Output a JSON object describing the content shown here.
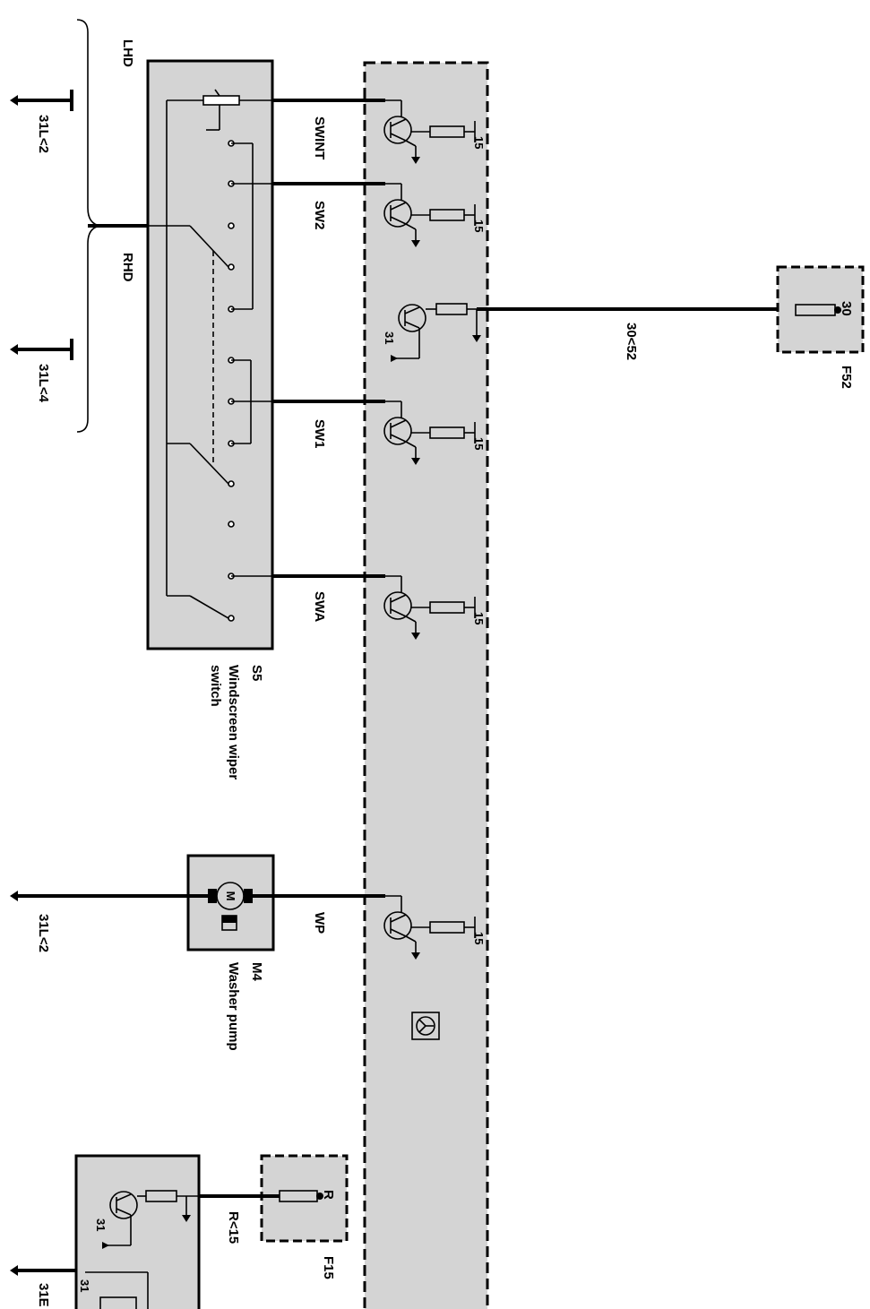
{
  "labels": {
    "lhd": "LHD",
    "rhd": "RHD",
    "ground_top": "31L<2",
    "ground_mid": "31L<4",
    "ground_bottom": "31L<2",
    "ground_31e": "31E",
    "swint": "SWINT",
    "sw2": "SW2",
    "sw1": "SW1",
    "swa": "SWA",
    "wp": "WP",
    "wire_30_52": "30<52",
    "wire_r_15": "R<15",
    "s5_id": "S5",
    "s5_name_line1": "Windscreen wiper",
    "s5_name_line2": "switch",
    "m4_id": "M4",
    "m4_name": "Washer pump",
    "f52_id": "F52",
    "f52_pin": "30",
    "f15_id": "F15",
    "f15_pin": "R",
    "pin_15": "15",
    "pin_31": "31",
    "motor_letter": "M"
  }
}
